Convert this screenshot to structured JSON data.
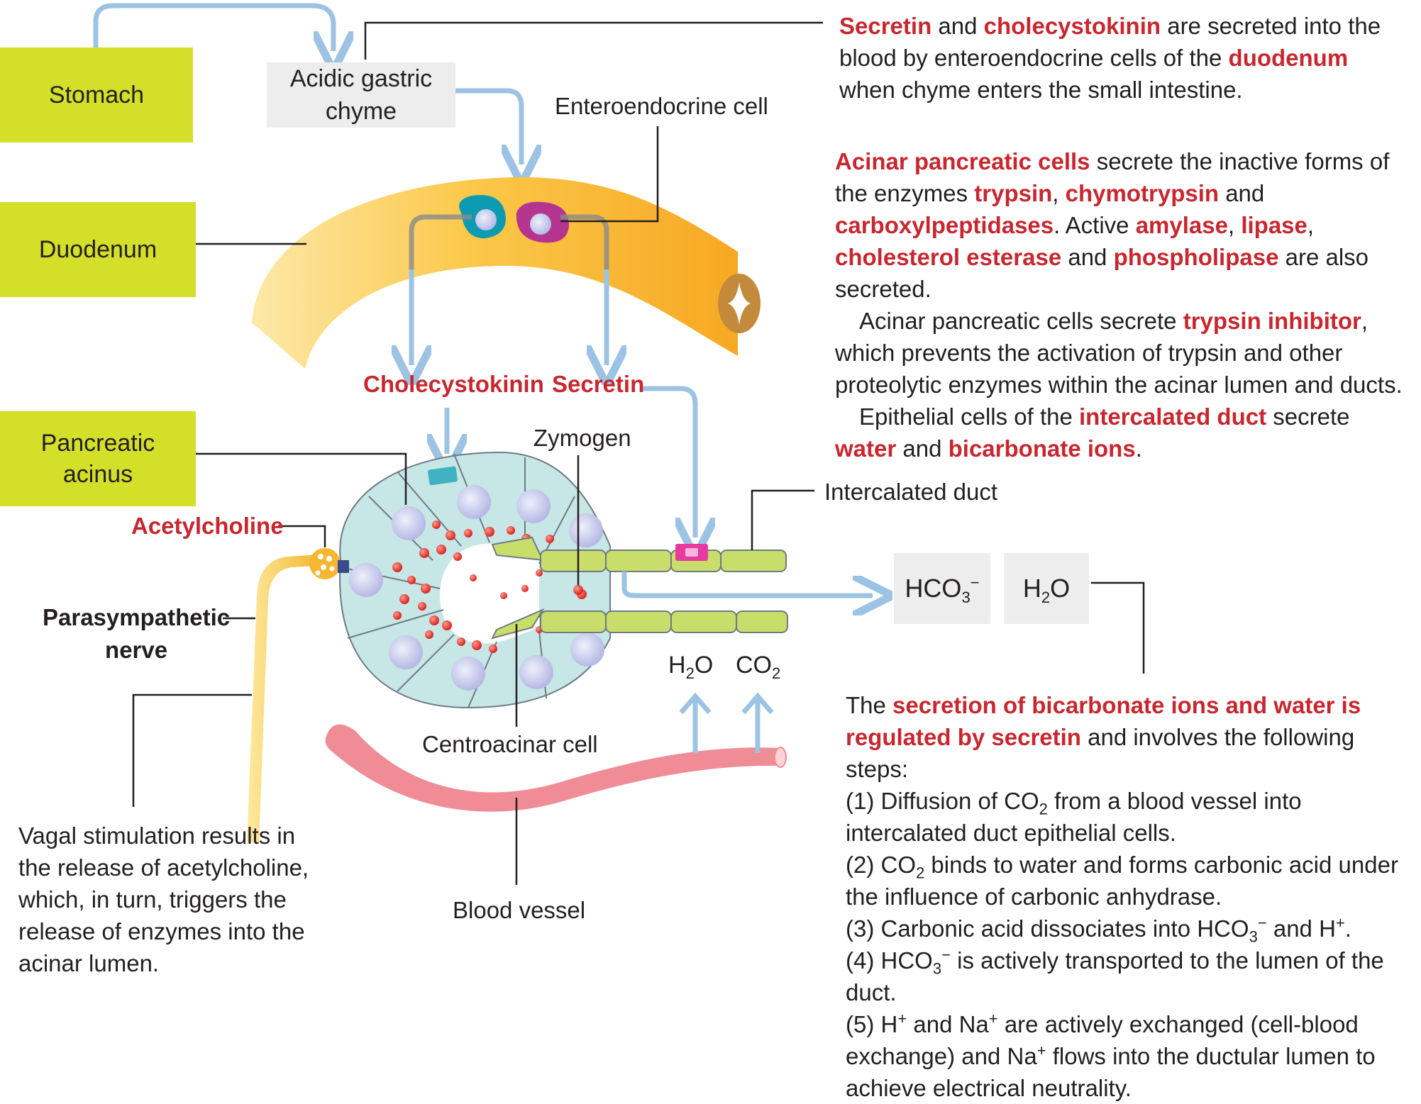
{
  "boxes": {
    "stomach": "Stomach",
    "chyme_line1": "Acidic gastric",
    "chyme_line2": "chyme",
    "duodenum": "Duodenum",
    "acinus_line1": "Pancreatic",
    "acinus_line2": "acinus"
  },
  "labels": {
    "enteroendocrine_cell": "Enteroendocrine cell",
    "cholecystokinin": "Cholecystokinin",
    "secretin": "Secretin",
    "zymogen": "Zymogen",
    "intercalated_duct": "Intercalated duct",
    "acetylcholine": "Acetylcholine",
    "parasympathetic_line1": "Parasympathetic",
    "parasympathetic_line2": "nerve",
    "centroacinar_cell": "Centroacinar cell",
    "blood_vessel": "Blood vessel",
    "h2o_left": "H",
    "h2o_left_sub": "2",
    "h2o_left_o": "O",
    "co2_left": "CO",
    "co2_left_sub": "2",
    "ion_hco3": "HCO",
    "ion_hco3_sub": "3",
    "ion_hco3_sup": "−",
    "ion_h2o": "H",
    "ion_h2o_sub": "2",
    "ion_h2o_o": "O"
  },
  "texts": {
    "hormones": {
      "p1_a": "Secretin",
      "p1_b": " and ",
      "p1_c": "cholecystokinin",
      "p1_d": " are secreted into the blood by enteroendocrine cells of the ",
      "p1_e": "duodenum",
      "p1_f": " when chyme enters the small intestine."
    },
    "acinar": {
      "a1": "Acinar pancreatic cells",
      "a2": " secrete the inactive forms of the enzymes ",
      "a3": "trypsin",
      "a4": ", ",
      "a5": "chymotrypsin",
      "a6": " and ",
      "a7": "carboxylpeptidases",
      "a8": ". Active ",
      "a9": "amylase",
      "a10": ", ",
      "a11": "lipase",
      "a12": ", ",
      "a13": "cholesterol esterase",
      "a14": " and ",
      "a15": "phospholipase",
      "a16": " are also secreted.",
      "b1": "Acinar pancreatic cells secrete ",
      "b2": "trypsin inhibitor",
      "b3": ", which prevents the activation of trypsin and other proteolytic enzymes within the acinar lumen and ducts.",
      "c1": "Epithelial cells of the ",
      "c2": "intercalated duct",
      "c3": " secrete ",
      "c4": "water",
      "c5": " and ",
      "c6": "bicarbonate ions",
      "c7": "."
    },
    "vagal": "Vagal stimulation results in the release of acetylcholine, which, in turn, triggers the release of enzymes into the acinar lumen.",
    "bicarb": {
      "intro1": "The ",
      "intro2": "secretion of bicarbonate ions and water is regulated by secretin",
      "intro3": " and involves the following steps:",
      "s1a": "(1)  Diffusion of CO",
      "s1sub": "2",
      "s1b": " from a blood vessel into intercalated duct epithelial cells.",
      "s2a": "(2)  CO",
      "s2sub": "2",
      "s2b": " binds to water and forms carbonic acid under the influence of carbonic anhydrase.",
      "s3a": "(3)  Carbonic acid dissociates into HCO",
      "s3sub": "3",
      "s3sup": "−",
      "s3b": "  and H",
      "s3sup2": "+",
      "s3c": ".",
      "s4a": "(4)  HCO",
      "s4sub": "3",
      "s4sup": "−",
      "s4b": " is actively transported to the lumen of the duct.",
      "s5a": "(5)  H",
      "s5sup": "+",
      "s5b": " and Na",
      "s5sup2": "+",
      "s5c": " are actively exchanged (cell-blood exchange) and Na",
      "s5sup3": "+",
      "s5d": " flows into the ductular lumen to achieve electrical neutrality."
    }
  },
  "colors": {
    "organ_box": "#d4df2a",
    "highlight_text": "#c8272f",
    "arrow": "#9cc3e3",
    "duodenum": "#f9b233",
    "acinus": "#c7e6e6",
    "zymogen": "#e53935",
    "duct": "#c9dd6a",
    "blood_vessel": "#f08c95",
    "nerve": "#f7c948"
  }
}
